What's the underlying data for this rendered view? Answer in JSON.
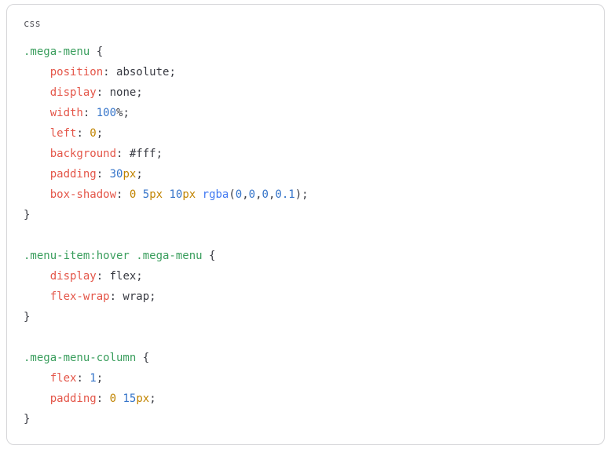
{
  "code_block": {
    "language_label": "css",
    "ui_colors": {
      "card_border": "#d5d5d8",
      "card_background": "#ffffff",
      "label_color": "#56565c",
      "page_background": "#ffffff"
    },
    "token_colors": {
      "def": "#383a42",
      "sel": "#3a9e5d",
      "prop": "#e45649",
      "num": "#3574c9",
      "zero": "#c18401",
      "unit": "#c18401",
      "fn": "#4078f2"
    },
    "lines": [
      [
        [
          "sel",
          ".mega-menu"
        ],
        [
          "def",
          " {"
        ]
      ],
      [
        [
          "def",
          "    "
        ],
        [
          "prop",
          "position"
        ],
        [
          "def",
          ": absolute;"
        ]
      ],
      [
        [
          "def",
          "    "
        ],
        [
          "prop",
          "display"
        ],
        [
          "def",
          ": none;"
        ]
      ],
      [
        [
          "def",
          "    "
        ],
        [
          "prop",
          "width"
        ],
        [
          "def",
          ": "
        ],
        [
          "num",
          "100"
        ],
        [
          "def",
          "%;"
        ]
      ],
      [
        [
          "def",
          "    "
        ],
        [
          "prop",
          "left"
        ],
        [
          "def",
          ": "
        ],
        [
          "zero",
          "0"
        ],
        [
          "def",
          ";"
        ]
      ],
      [
        [
          "def",
          "    "
        ],
        [
          "prop",
          "background"
        ],
        [
          "def",
          ": #fff;"
        ]
      ],
      [
        [
          "def",
          "    "
        ],
        [
          "prop",
          "padding"
        ],
        [
          "def",
          ": "
        ],
        [
          "num",
          "30"
        ],
        [
          "unit",
          "px"
        ],
        [
          "def",
          ";"
        ]
      ],
      [
        [
          "def",
          "    "
        ],
        [
          "prop",
          "box-shadow"
        ],
        [
          "def",
          ": "
        ],
        [
          "zero",
          "0"
        ],
        [
          "def",
          " "
        ],
        [
          "num",
          "5"
        ],
        [
          "unit",
          "px"
        ],
        [
          "def",
          " "
        ],
        [
          "num",
          "10"
        ],
        [
          "unit",
          "px"
        ],
        [
          "def",
          " "
        ],
        [
          "fn",
          "rgba"
        ],
        [
          "def",
          "("
        ],
        [
          "num",
          "0"
        ],
        [
          "def",
          ","
        ],
        [
          "num",
          "0"
        ],
        [
          "def",
          ","
        ],
        [
          "num",
          "0"
        ],
        [
          "def",
          ","
        ],
        [
          "num",
          "0.1"
        ],
        [
          "def",
          ");"
        ]
      ],
      [
        [
          "def",
          "}"
        ]
      ],
      [],
      [
        [
          "sel",
          ".menu-item:hover .mega-menu"
        ],
        [
          "def",
          " {"
        ]
      ],
      [
        [
          "def",
          "    "
        ],
        [
          "prop",
          "display"
        ],
        [
          "def",
          ": flex;"
        ]
      ],
      [
        [
          "def",
          "    "
        ],
        [
          "prop",
          "flex-wrap"
        ],
        [
          "def",
          ": wrap;"
        ]
      ],
      [
        [
          "def",
          "}"
        ]
      ],
      [],
      [
        [
          "sel",
          ".mega-menu-column"
        ],
        [
          "def",
          " {"
        ]
      ],
      [
        [
          "def",
          "    "
        ],
        [
          "prop",
          "flex"
        ],
        [
          "def",
          ": "
        ],
        [
          "num",
          "1"
        ],
        [
          "def",
          ";"
        ]
      ],
      [
        [
          "def",
          "    "
        ],
        [
          "prop",
          "padding"
        ],
        [
          "def",
          ": "
        ],
        [
          "zero",
          "0"
        ],
        [
          "def",
          " "
        ],
        [
          "num",
          "15"
        ],
        [
          "unit",
          "px"
        ],
        [
          "def",
          ";"
        ]
      ],
      [
        [
          "def",
          "}"
        ]
      ]
    ]
  }
}
